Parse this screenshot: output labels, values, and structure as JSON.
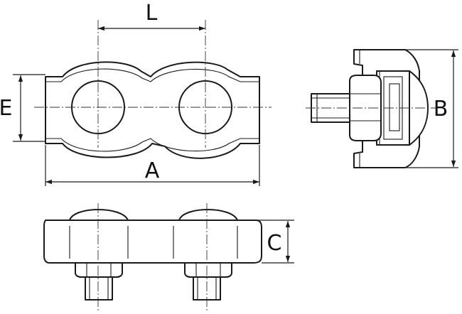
{
  "dimensions": {
    "L": "L",
    "E": "E",
    "A": "A",
    "B": "B",
    "C": "C"
  },
  "colors": {
    "line": "#1a1a1a",
    "background": "#ffffff"
  }
}
